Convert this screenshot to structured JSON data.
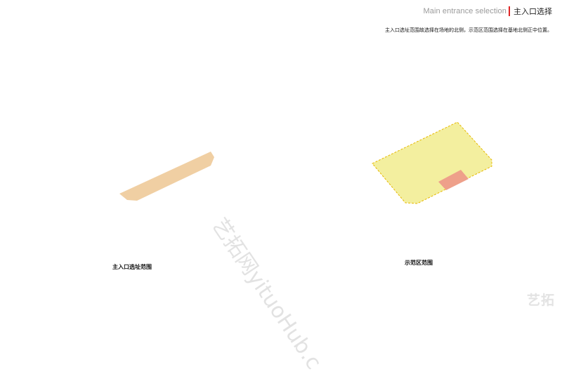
{
  "header": {
    "title_en": "Main entrance selection",
    "title_cn": "主入口选择"
  },
  "description": "主入口选址范围故选择在场地的北侧，示范区范围选择在基地北侧正中位置。",
  "captions": {
    "left": "主入口选址范围",
    "right": "示范区范围"
  },
  "colors": {
    "entrance_zone": "#f0cfa3",
    "site_fill": "#f3ef9f",
    "site_outline": "#e6b800",
    "demo_zone": "#eea08a",
    "accent": "#e02424"
  },
  "watermark": "艺拓网yituoHub.c",
  "corner_logo": "艺拓"
}
